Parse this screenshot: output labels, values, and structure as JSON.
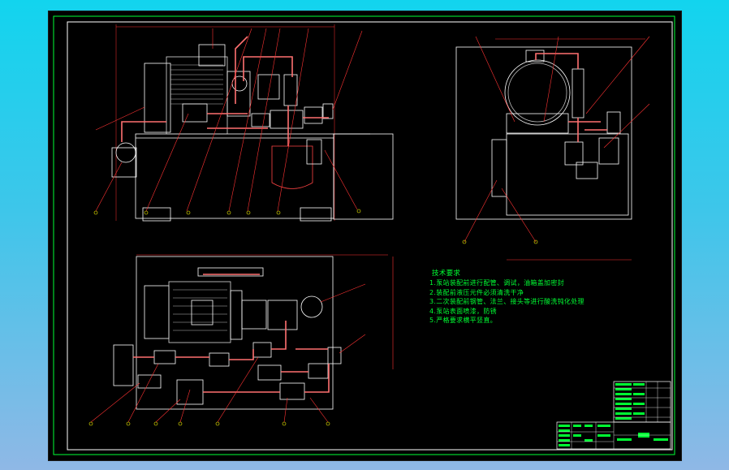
{
  "drawing": {
    "tech_requirements_title": "技术要求",
    "tech_requirements": [
      "1.泵站装配前进行配管、调试，油箱盖加密封",
      "2.装配前液压元件必须清洗干净",
      "3.二次装配前钢管、法兰、接头等进行酸洗钝化处理",
      "4.泵站表面喷漆，防锈",
      "5.严格要求横平竖直。"
    ]
  },
  "colors": {
    "sheet_background": "#000000",
    "frame": "#00ff33",
    "outline": "#ffffff",
    "leader": "#ff3333",
    "annotation": "#ffff00",
    "pipe": "#ff8080"
  }
}
